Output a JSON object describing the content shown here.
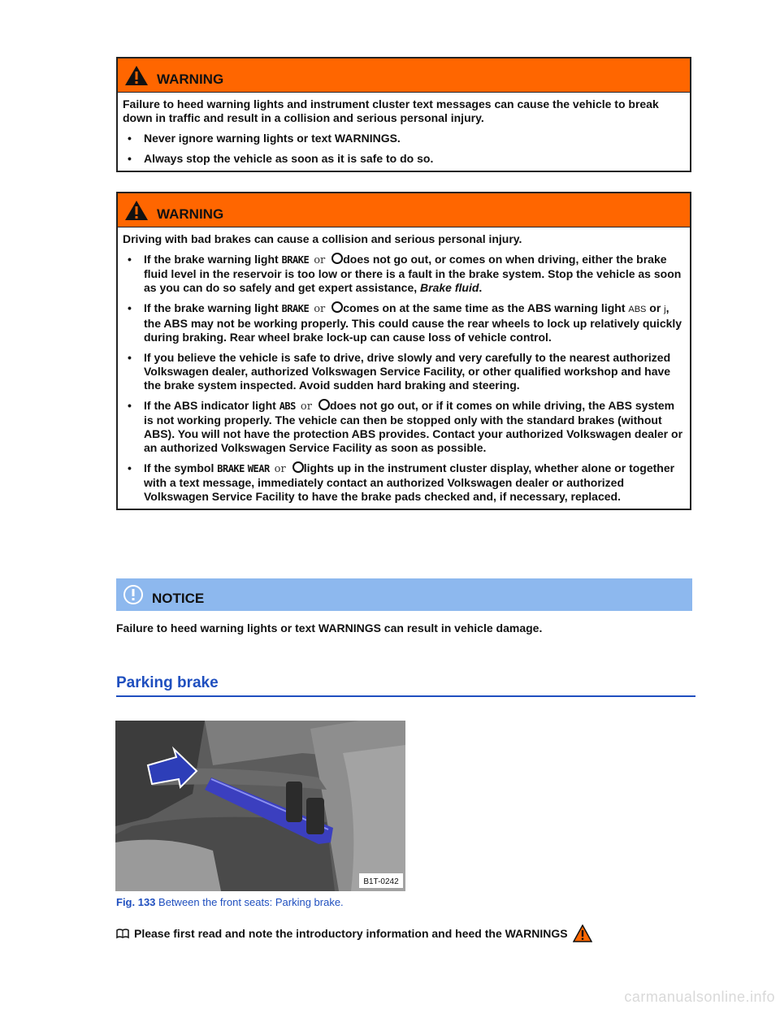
{
  "warning1": {
    "title": "WARNING",
    "intro": "Failure to heed warning lights and instrument cluster text messages can cause the vehicle to break down in traffic and result in a collision and serious personal injury.",
    "bullets": [
      "Never ignore warning lights or text WARNINGS.",
      "Always stop the vehicle as soon as it is safe to do so."
    ]
  },
  "warning2": {
    "title": "WARNING",
    "intro": "Driving with bad brakes can cause a collision and serious personal injury.",
    "b1_pre": "If the brake warning light",
    "b1_post": "does not go out, or comes on when driving, either the brake fluid level in the reservoir is too low or there is a fault in the brake system. Stop the vehicle as soon as you can do so safely and get expert assistance,",
    "b1_link": "Brake fluid",
    "b2_pre": "If the brake warning light",
    "b2_mid": "comes on at the same time as the ABS warning light",
    "b2_abs": "ABS",
    "b2_or": "or",
    "b2_j": "j",
    "b2_post": ", the ABS may not be working properly. This could cause the rear wheels to lock up relatively quickly during braking. Rear wheel brake lock-up can cause loss of vehicle control.",
    "b3": "If you believe the vehicle is safe to drive, drive slowly and very carefully to the nearest authorized Volkswagen dealer, authorized Volkswagen Service Facility, or other qualified workshop and have the brake system inspected. Avoid sudden hard braking and steering.",
    "b4_pre": "If the ABS indicator light",
    "b4_post": "does not go out, or if it comes on while driving, the ABS system is not working properly. The vehicle can then be stopped only with the standard brakes (without ABS). You will not have the protection ABS provides. Contact your authorized Volkswagen dealer or an authorized Volkswagen Service Facility as soon as possible.",
    "b5_pre": "If the symbol",
    "b5_post": "lights up in the instrument cluster display, whether alone or together with a text message, immediately contact an authorized Volkswagen dealer or authorized Volkswagen Service Facility to have the brake pads checked and, if necessary, replaced."
  },
  "symbols": {
    "brake": "BRAKE",
    "abs": "ABS",
    "wear": "WEAR",
    "or": "or"
  },
  "notice": {
    "title": "NOTICE",
    "text": "Failure to heed warning lights or text WARNINGS can result in vehicle damage."
  },
  "section": {
    "title": "Parking brake"
  },
  "figure": {
    "code": "B1T-0242",
    "caption_label": "Fig. 133",
    "caption_text": "Between the front seats: Parking brake."
  },
  "readnote": "Please first read and note the introductory information and heed the WARNINGS",
  "footer": "carmanualsonline.info",
  "colors": {
    "warning": "#ff6600",
    "notice": "#8db8ee",
    "accent": "#1f4fbf"
  }
}
